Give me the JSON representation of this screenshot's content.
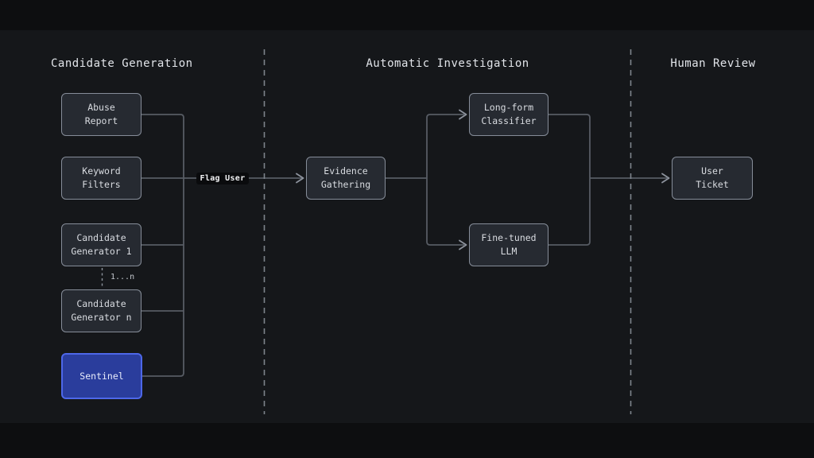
{
  "sections": {
    "candidate_generation": {
      "title": "Candidate Generation"
    },
    "automatic_investigation": {
      "title": "Automatic Investigation"
    },
    "human_review": {
      "title": "Human Review"
    }
  },
  "nodes": {
    "abuse_report": {
      "line1": "Abuse",
      "line2": "Report"
    },
    "keyword_filters": {
      "line1": "Keyword",
      "line2": "Filters"
    },
    "candidate_generator_1": {
      "line1": "Candidate",
      "line2": "Generator 1"
    },
    "candidate_generator_n": {
      "line1": "Candidate",
      "line2": "Generator n"
    },
    "sentinel": {
      "line1": "Sentinel"
    },
    "evidence_gathering": {
      "line1": "Evidence",
      "line2": "Gathering"
    },
    "long_form_classifier": {
      "line1": "Long-form",
      "line2": "Classifier"
    },
    "fine_tuned_llm": {
      "line1": "Fine-tuned",
      "line2": "LLM"
    },
    "user_ticket": {
      "line1": "User",
      "line2": "Ticket"
    }
  },
  "labels": {
    "flag_user": "Flag User",
    "multiplicity": "1...n"
  },
  "colors": {
    "bg_main": "#15171a",
    "bg_band": "#0d0e10",
    "node_fill": "#262a31",
    "node_border": "#868d99",
    "node_text": "#d9dce1",
    "heading_text": "#e2e5ea",
    "line": "#575c64",
    "arrow": "#8d939d",
    "divider": "#7e848c",
    "flag_bg": "#0a0b0d",
    "flag_text": "#f2f3f5",
    "sentinel_fill": "#2a3d9c",
    "sentinel_border": "#4d67e9",
    "sentinel_text": "#e9edfb",
    "mult_text": "#c3c7cd"
  }
}
